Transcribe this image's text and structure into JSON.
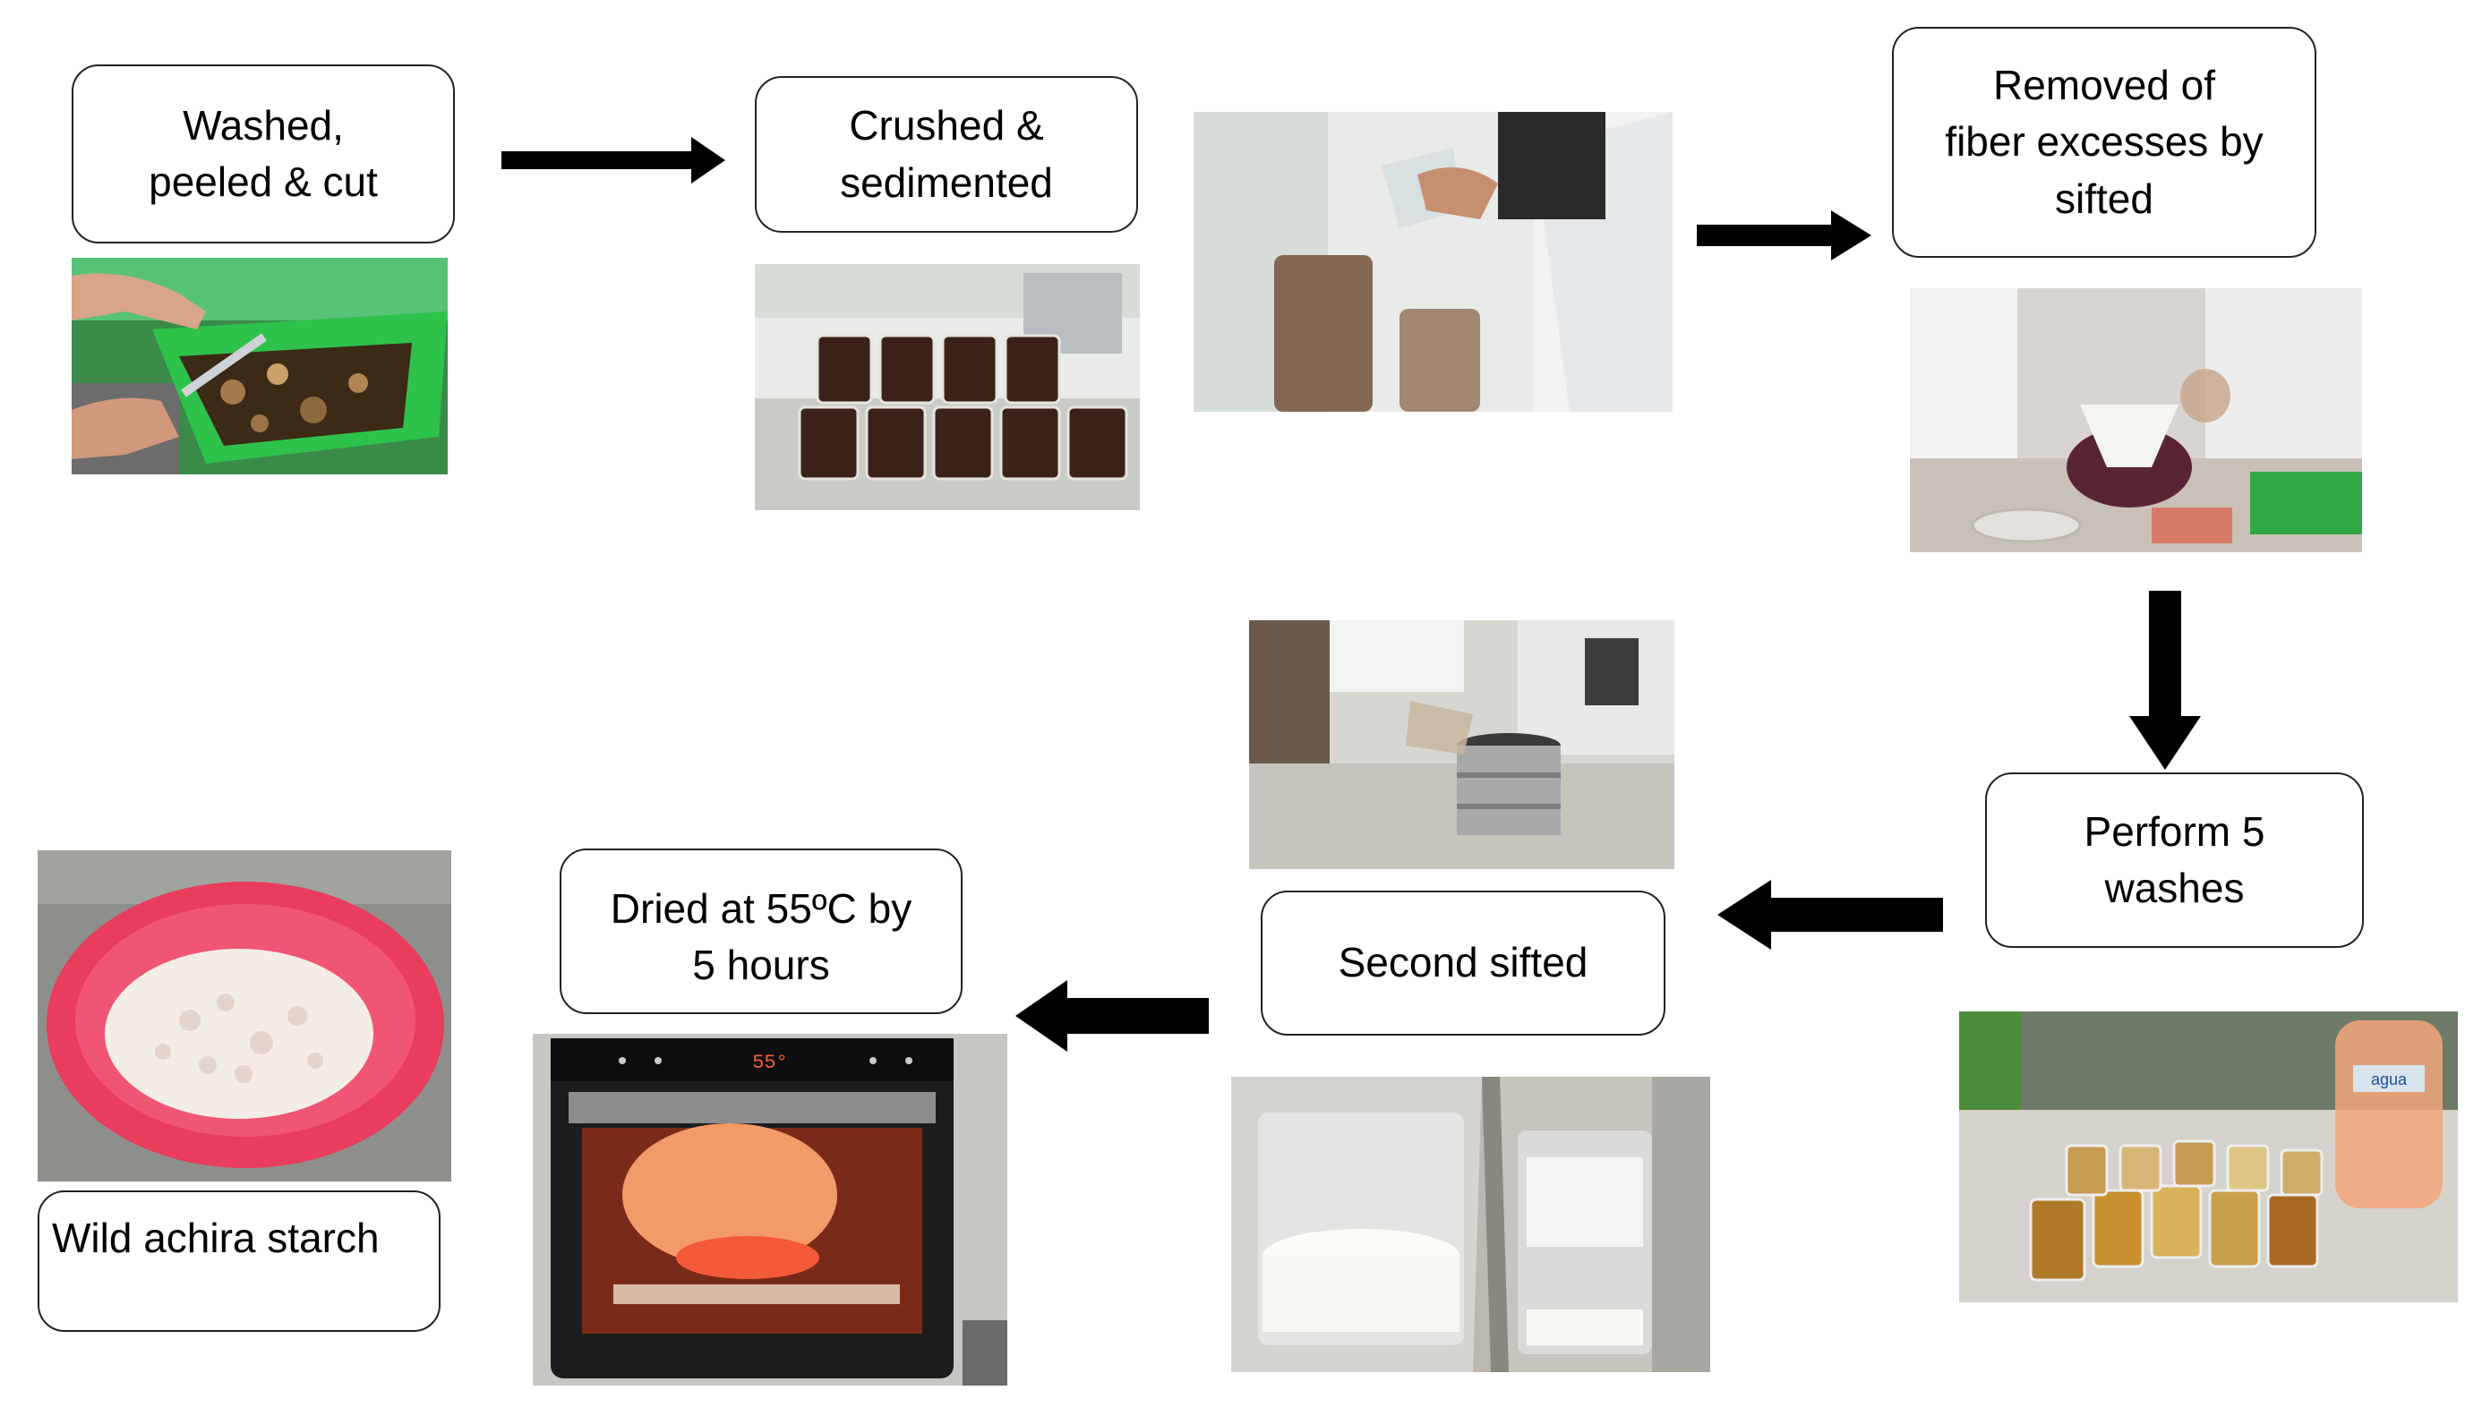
{
  "steps": {
    "washed": {
      "line1": "Washed,",
      "line2": "peeled & cut"
    },
    "crushed": {
      "line1": "Crushed &",
      "line2": "sedimented"
    },
    "removed": {
      "line1": "Removed of",
      "line2": "fiber excesses by",
      "line3": "sifted"
    },
    "washes": {
      "line1": "Perform 5",
      "line2": "washes"
    },
    "second": {
      "line1": "Second sifted"
    },
    "dried": {
      "line1": "Dried at 55ºC by",
      "line2": "5 hours"
    },
    "starch": {
      "line1": "Wild achira starch"
    }
  },
  "oven_display": "55°",
  "bottle_label": "agua",
  "colors": {
    "arrow": "#000000",
    "box_border": "#222222",
    "tray_green": "#27c04a",
    "bowl_pink": "#e83d5c"
  }
}
